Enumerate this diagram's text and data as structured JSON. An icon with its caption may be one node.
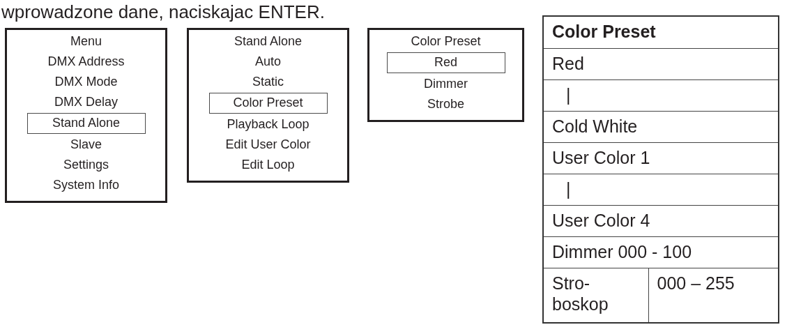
{
  "diagram": {
    "nodes": [
      {
        "text": [
          "Menu",
          "DMX Address",
          "DMX Mode",
          "DMX Delay",
          "Slave",
          "Settings",
          "System Info"
        ]
      },
      {
        "text": [
          "Stand Alone"
        ],
        "in": 0
      },
      {
        "text": [
          "Stand Alone",
          "Auto",
          "Static",
          "Playback Loop",
          "Edit User Color",
          "Edit Loop"
        ]
      },
      {
        "text": [
          "Color Preset"
        ],
        "in": 2
      },
      {
        "text": [
          "Color Preset",
          "Dimmer",
          "Strobe"
        ]
      },
      {
        "text": [
          "Red"
        ],
        "in": 4
      }
    ],
    "labels": [
      "wprowadzone dane, naciskajac ENTER.",
      "Color Preset",
      "Red",
      "|",
      "Cold White",
      "User Color 1",
      "|",
      "User Color 4",
      "Dimmer 000 - 100",
      "Stro- boskop",
      "000 – 255"
    ]
  }
}
